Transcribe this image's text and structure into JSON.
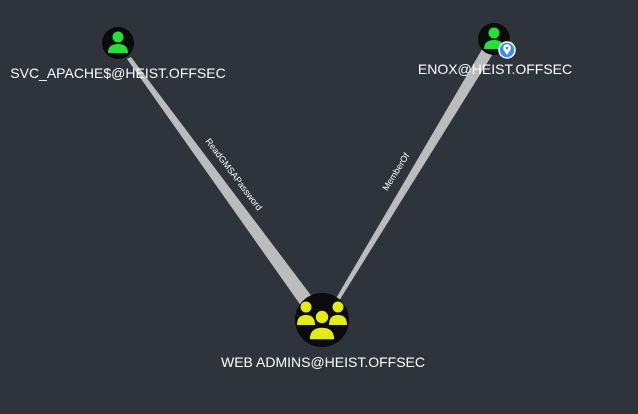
{
  "colors": {
    "background": "#2f333c",
    "user_icon": "#22e335",
    "group_icon": "#e5ec14",
    "node_fill": "#0b0b0b",
    "edge": "#bcbcbc",
    "owned_badge": "#3a8ee6",
    "label_text": "#ffffff"
  },
  "nodes": {
    "svc_apache": {
      "label": "SVC_APACHE$@HEIST.OFFSEC",
      "icon": "user-icon"
    },
    "enox": {
      "label": "ENOX@HEIST.OFFSEC",
      "icon": "user-icon",
      "badge": "map-pin-badge-icon"
    },
    "web_admins": {
      "label": "WEB ADMINS@HEIST.OFFSEC",
      "icon": "group-icon"
    }
  },
  "edges": {
    "read_gmsa": {
      "label": "ReadGMSAPassword"
    },
    "member_of": {
      "label": "MemberOf"
    }
  }
}
